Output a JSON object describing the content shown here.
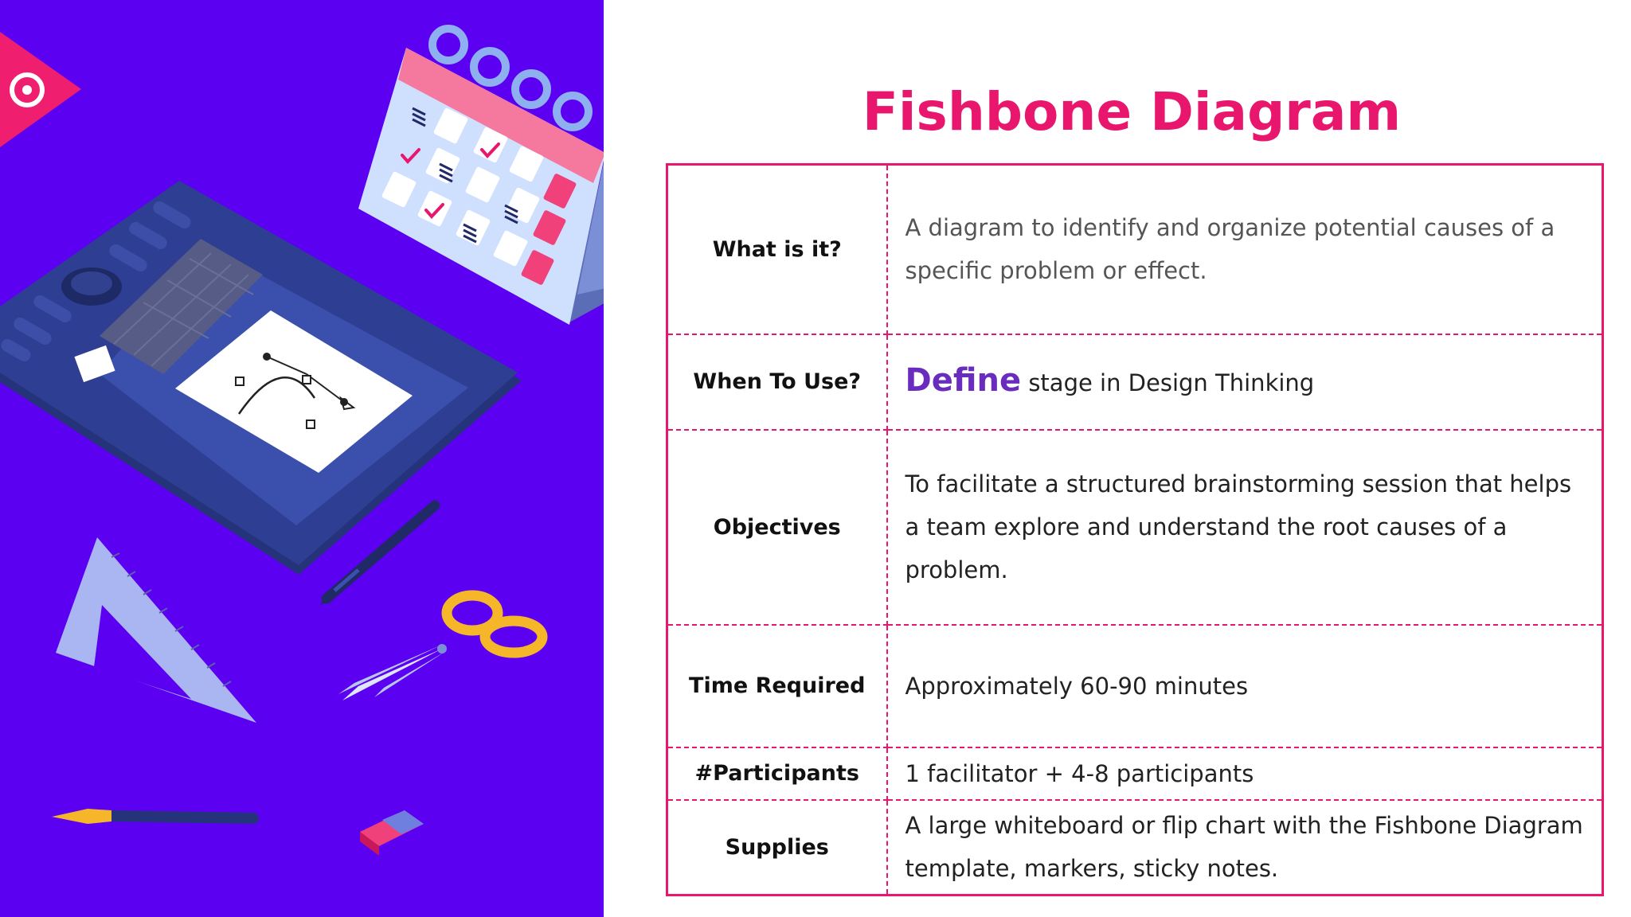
{
  "title": "Fishbone Diagram",
  "colors": {
    "accent": "#e8176d",
    "panel": "#5b00f0",
    "highlight": "#6a2bbf"
  },
  "icons": {
    "logo": "brand-logo-icon",
    "calendar": "calendar-icon",
    "tablet": "drawing-tablet-icon",
    "pen": "stylus-pen-icon",
    "triangle": "set-square-ruler-icon",
    "scissors": "scissors-icon",
    "fountain_pen": "fountain-pen-icon",
    "eraser": "eraser-icon"
  },
  "rows": {
    "what": {
      "label": "What is it?",
      "value": "A diagram to identify and organize potential causes of a specific problem or effect."
    },
    "when": {
      "label": "When To Use?",
      "highlight": "Define",
      "value": "stage in Design Thinking"
    },
    "objectives": {
      "label": "Objectives",
      "value": "To facilitate a structured brainstorming session that helps a team explore and understand the root causes of a problem."
    },
    "time": {
      "label": "Time Required",
      "value": "Approximately 60-90 minutes"
    },
    "participants": {
      "label": "#Participants",
      "value": "1 facilitator + 4-8 participants"
    },
    "supplies": {
      "label": "Supplies",
      "value": "A large whiteboard or flip chart with the Fishbone Diagram template, markers, sticky notes."
    }
  }
}
